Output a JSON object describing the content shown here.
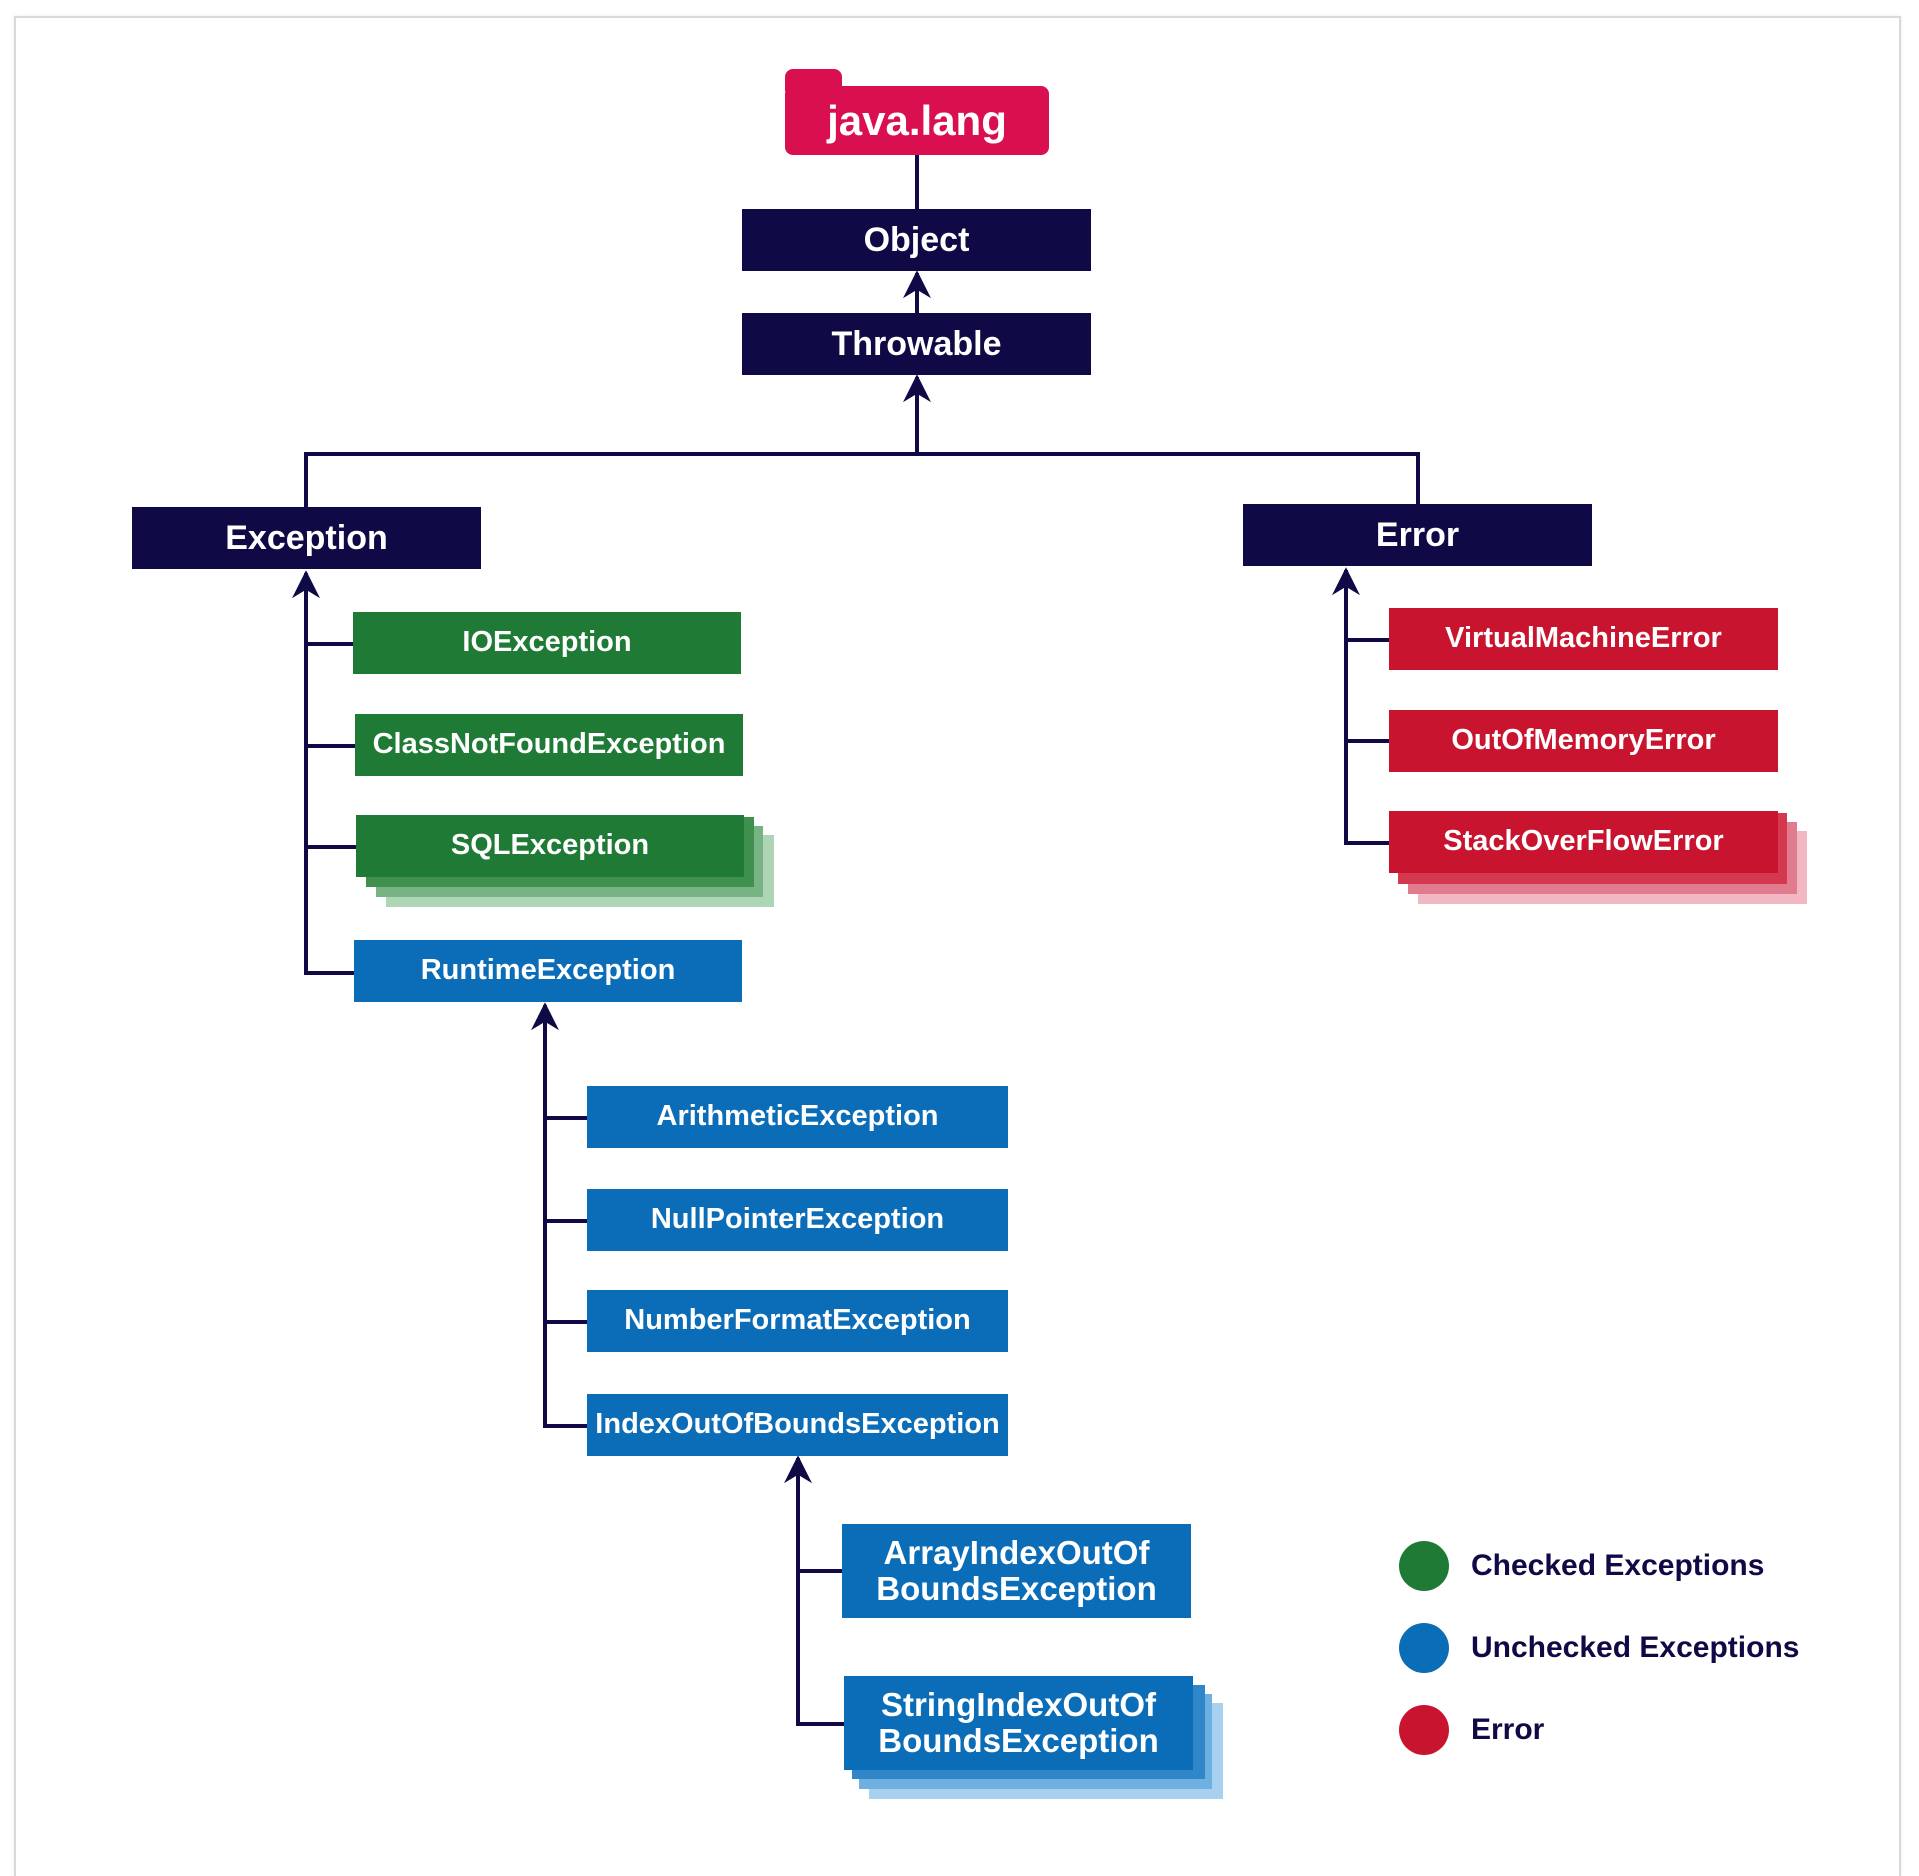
{
  "colors": {
    "navy": "#0f0a45",
    "checked": "#1f7a35",
    "unchecked": "#0b6db8",
    "error": "#c8142f",
    "package": "#d90f4f"
  },
  "nodes": {
    "java_lang": "java.lang",
    "object": "Object",
    "throwable": "Throwable",
    "exception": "Exception",
    "error": "Error",
    "io_exception": "IOException",
    "class_not_found_exception": "ClassNotFoundException",
    "sql_exception": "SQLException",
    "runtime_exception": "RuntimeException",
    "arithmetic_exception": "ArithmeticException",
    "null_pointer_exception": "NullPointerException",
    "number_format_exception": "NumberFormatException",
    "index_out_of_bounds_exception": "IndexOutOfBoundsException",
    "array_index_out_of_bounds_exception": "ArrayIndexOutOf BoundsException",
    "string_index_out_of_bounds_exception": "StringIndexOutOf BoundsException",
    "virtual_machine_error": "VirtualMachineError",
    "out_of_memory_error": "OutOfMemoryError",
    "stack_overflow_error": "StackOverFlowError"
  },
  "legend": [
    {
      "label": "Checked Exceptions",
      "color": "#1f7a35"
    },
    {
      "label": "Unchecked Exceptions",
      "color": "#0b6db8"
    },
    {
      "label": "Error",
      "color": "#c8142f"
    }
  ]
}
